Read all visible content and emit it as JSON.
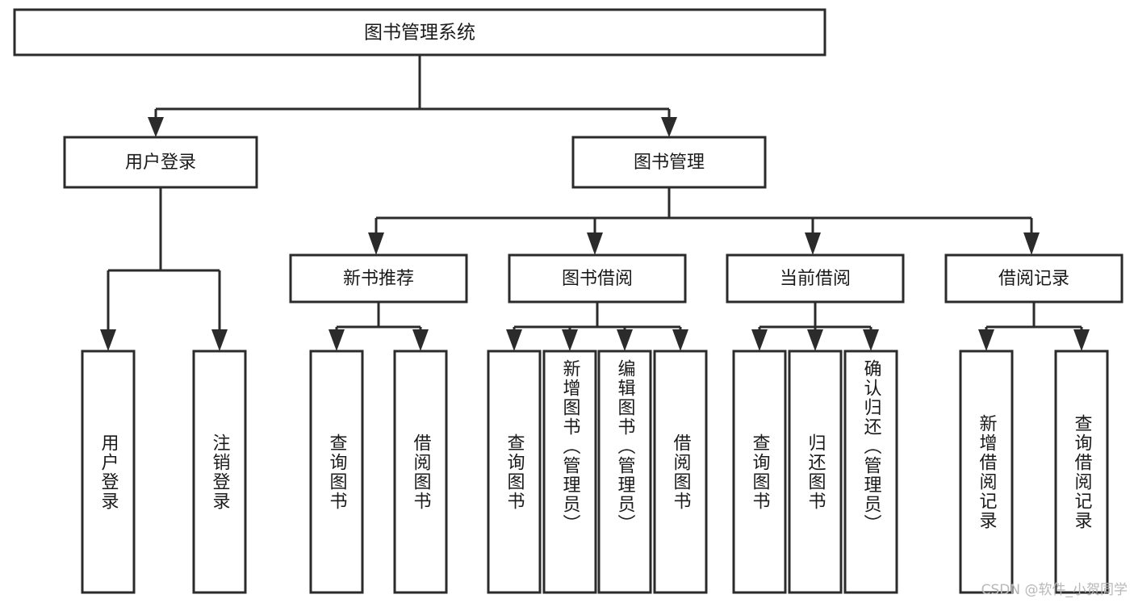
{
  "diagram": {
    "title": "图书管理系统",
    "type": "hierarchy-tree",
    "watermark": "CSDN @软件_小贺同学",
    "colors": {
      "stroke": "#2b2b2b",
      "fill": "#ffffff",
      "text": "#1a1a1a",
      "watermark": "#b8b8b8"
    },
    "levels": {
      "root": {
        "label": "图书管理系统"
      },
      "level2": [
        {
          "id": "user-login",
          "label": "用户登录"
        },
        {
          "id": "book-manage",
          "label": "图书管理"
        }
      ],
      "level3": [
        {
          "id": "new-book-recommend",
          "label": "新书推荐",
          "parent": "book-manage"
        },
        {
          "id": "book-borrow",
          "label": "图书借阅",
          "parent": "book-manage"
        },
        {
          "id": "current-borrow",
          "label": "当前借阅",
          "parent": "book-manage"
        },
        {
          "id": "borrow-record",
          "label": "借阅记录",
          "parent": "book-manage"
        }
      ],
      "leaves": [
        {
          "id": "leaf-user-login",
          "label": "用户登录",
          "parent": "user-login"
        },
        {
          "id": "leaf-logout",
          "label": "注销登录",
          "parent": "user-login"
        },
        {
          "id": "leaf-query-book-1",
          "label": "查询图书",
          "parent": "new-book-recommend"
        },
        {
          "id": "leaf-borrow-book-1",
          "label": "借阅图书",
          "parent": "new-book-recommend"
        },
        {
          "id": "leaf-query-book-2",
          "label": "查询图书",
          "parent": "book-borrow"
        },
        {
          "id": "leaf-add-book",
          "label": "新增图书（管理员）",
          "parent": "book-borrow"
        },
        {
          "id": "leaf-edit-book",
          "label": "编辑图书（管理员）",
          "parent": "book-borrow"
        },
        {
          "id": "leaf-borrow-book-2",
          "label": "借阅图书",
          "parent": "book-borrow"
        },
        {
          "id": "leaf-query-book-3",
          "label": "查询图书",
          "parent": "current-borrow"
        },
        {
          "id": "leaf-return-book",
          "label": "归还图书",
          "parent": "current-borrow"
        },
        {
          "id": "leaf-confirm-return",
          "label": "确认归还（管理员）",
          "parent": "current-borrow"
        },
        {
          "id": "leaf-add-record",
          "label": "新增借阅记录",
          "parent": "borrow-record"
        },
        {
          "id": "leaf-query-record",
          "label": "查询借阅记录",
          "parent": "borrow-record"
        }
      ]
    }
  }
}
